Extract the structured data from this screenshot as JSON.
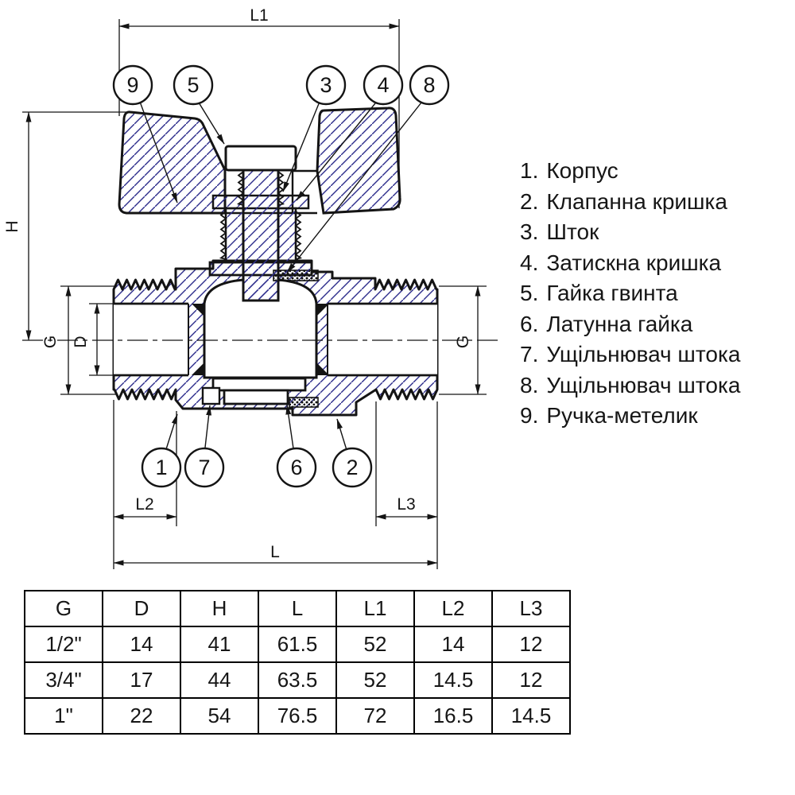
{
  "drawing": {
    "hatch_color": "#2e2e8c",
    "line_color": "#141414",
    "dimension_labels": {
      "l1": "L1",
      "h": "H",
      "g_left": "G",
      "d": "D",
      "g_right": "G",
      "l2": "L2",
      "l3": "L3",
      "l": "L"
    },
    "callouts": {
      "c1": "1",
      "c2": "2",
      "c3": "3",
      "c4": "4",
      "c5": "5",
      "c6": "6",
      "c7": "7",
      "c8": "8",
      "c9": "9"
    }
  },
  "parts_list": {
    "items": [
      {
        "num": "1.",
        "label": "Корпус"
      },
      {
        "num": "2.",
        "label": "Клапанна кришка"
      },
      {
        "num": "3.",
        "label": "Шток"
      },
      {
        "num": "4.",
        "label": "Затискна кришка"
      },
      {
        "num": "5.",
        "label": "Гайка гвинта"
      },
      {
        "num": "6.",
        "label": "Латунна гайка"
      },
      {
        "num": "7.",
        "label": "Ущільнювач штока"
      },
      {
        "num": "8.",
        "label": "Ущільнювач штока"
      },
      {
        "num": "9.",
        "label": "Ручка-метелик"
      }
    ]
  },
  "spec_table": {
    "headers": [
      "G",
      "D",
      "H",
      "L",
      "L1",
      "L2",
      "L3"
    ],
    "rows": [
      [
        "1/2\"",
        "14",
        "41",
        "61.5",
        "52",
        "14",
        "12"
      ],
      [
        "3/4\"",
        "17",
        "44",
        "63.5",
        "52",
        "14.5",
        "12"
      ],
      [
        "1\"",
        "22",
        "54",
        "76.5",
        "72",
        "16.5",
        "14.5"
      ]
    ]
  }
}
